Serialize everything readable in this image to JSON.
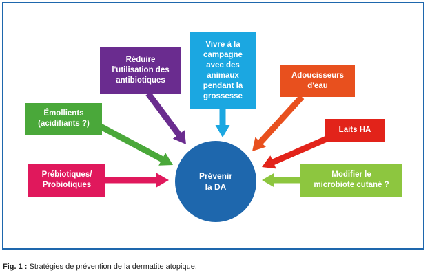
{
  "figure": {
    "caption_prefix": "Fig. 1 :",
    "caption_text": " Stratégies de prévention de la dermatite atopique.",
    "frame_color": "#1e67ad"
  },
  "diagram": {
    "center": {
      "label": "Prévenir\nla DA",
      "color": "#1e67ad"
    },
    "nodes": [
      {
        "id": "reduire",
        "label": "Réduire\nl'utilisation des\nantibiotiques",
        "color": "#6a2c8f"
      },
      {
        "id": "vivre",
        "label": "Vivre à la\ncampagne\navec des\nanimaux\npendant la\ngrossesse",
        "color": "#1ba7e1"
      },
      {
        "id": "adoucisseurs",
        "label": "Adoucisseurs\nd'eau",
        "color": "#e8501e"
      },
      {
        "id": "emollients",
        "label": "Émollients\n(acidifiants ?)",
        "color": "#4aa83a"
      },
      {
        "id": "laits",
        "label": "Laits HA",
        "color": "#e2231a"
      },
      {
        "id": "prebiotiques",
        "label": "Prébiotiques/\nProbiotiques",
        "color": "#e0185c"
      },
      {
        "id": "microbiote",
        "label": "Modifier le\nmicrobiote cutané ?",
        "color": "#8dc63f"
      }
    ]
  }
}
